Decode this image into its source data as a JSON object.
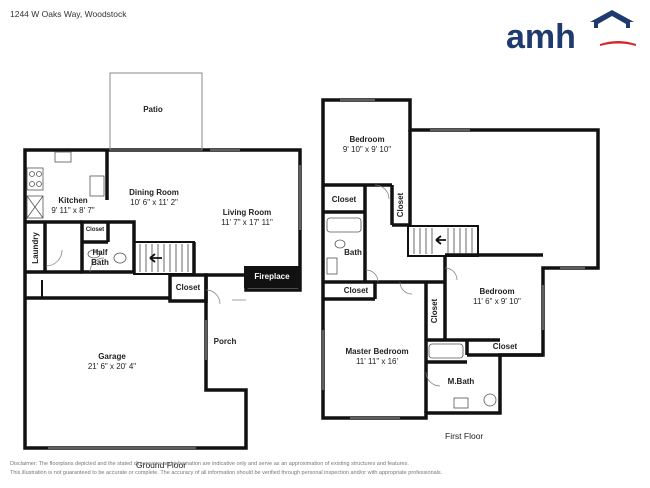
{
  "address": "1244 W Oaks Way, Woodstock",
  "brand": {
    "name": "amh",
    "color_dark": "#1e3a6e",
    "color_red": "#d7262c"
  },
  "ground_floor": {
    "label": "Ground Floor",
    "rooms": {
      "patio": {
        "name": "Patio",
        "dims": ""
      },
      "kitchen": {
        "name": "Kitchen",
        "dims": "9' 11\" x 8' 7\""
      },
      "dining": {
        "name": "Dining Room",
        "dims": "10' 6\" x 11' 2\""
      },
      "living": {
        "name": "Living Room",
        "dims": "11' 7\" x 17' 11\""
      },
      "laundry": {
        "name": "Laundry",
        "dims": ""
      },
      "closet_small": {
        "name": "Closet",
        "dims": ""
      },
      "half_bath": {
        "name": "Half Bath",
        "dims": ""
      },
      "fireplace": {
        "name": "Fireplace",
        "dims": ""
      },
      "closet": {
        "name": "Closet",
        "dims": ""
      },
      "porch": {
        "name": "Porch",
        "dims": ""
      },
      "garage": {
        "name": "Garage",
        "dims": "21' 6\" x 20' 4\""
      }
    }
  },
  "first_floor": {
    "label": "First Floor",
    "rooms": {
      "bedroom1": {
        "name": "Bedroom",
        "dims": "9' 10\" x 9' 10\""
      },
      "closet_a": {
        "name": "Closet",
        "dims": ""
      },
      "closet_b": {
        "name": "Closet",
        "dims": ""
      },
      "bath": {
        "name": "Bath",
        "dims": ""
      },
      "closet_c": {
        "name": "Closet",
        "dims": ""
      },
      "bedroom2": {
        "name": "Bedroom",
        "dims": "11' 6\" x 9' 10\""
      },
      "closet_d": {
        "name": "Closet",
        "dims": ""
      },
      "closet_e": {
        "name": "Closet",
        "dims": ""
      },
      "master": {
        "name": "Master Bedroom",
        "dims": "11' 11\" x 16'"
      },
      "mbath": {
        "name": "M.Bath",
        "dims": ""
      }
    }
  },
  "disclaimer": {
    "line1": "Disclaimer: The floorplans depicted and the stated dimensions and information are indicative only and serve as an approximation of existing structures and features.",
    "line2": "This illustration is not guaranteed to be accurate or complete. The accuracy of all information should be verified through personal inspection and/or with appropriate professionals."
  }
}
